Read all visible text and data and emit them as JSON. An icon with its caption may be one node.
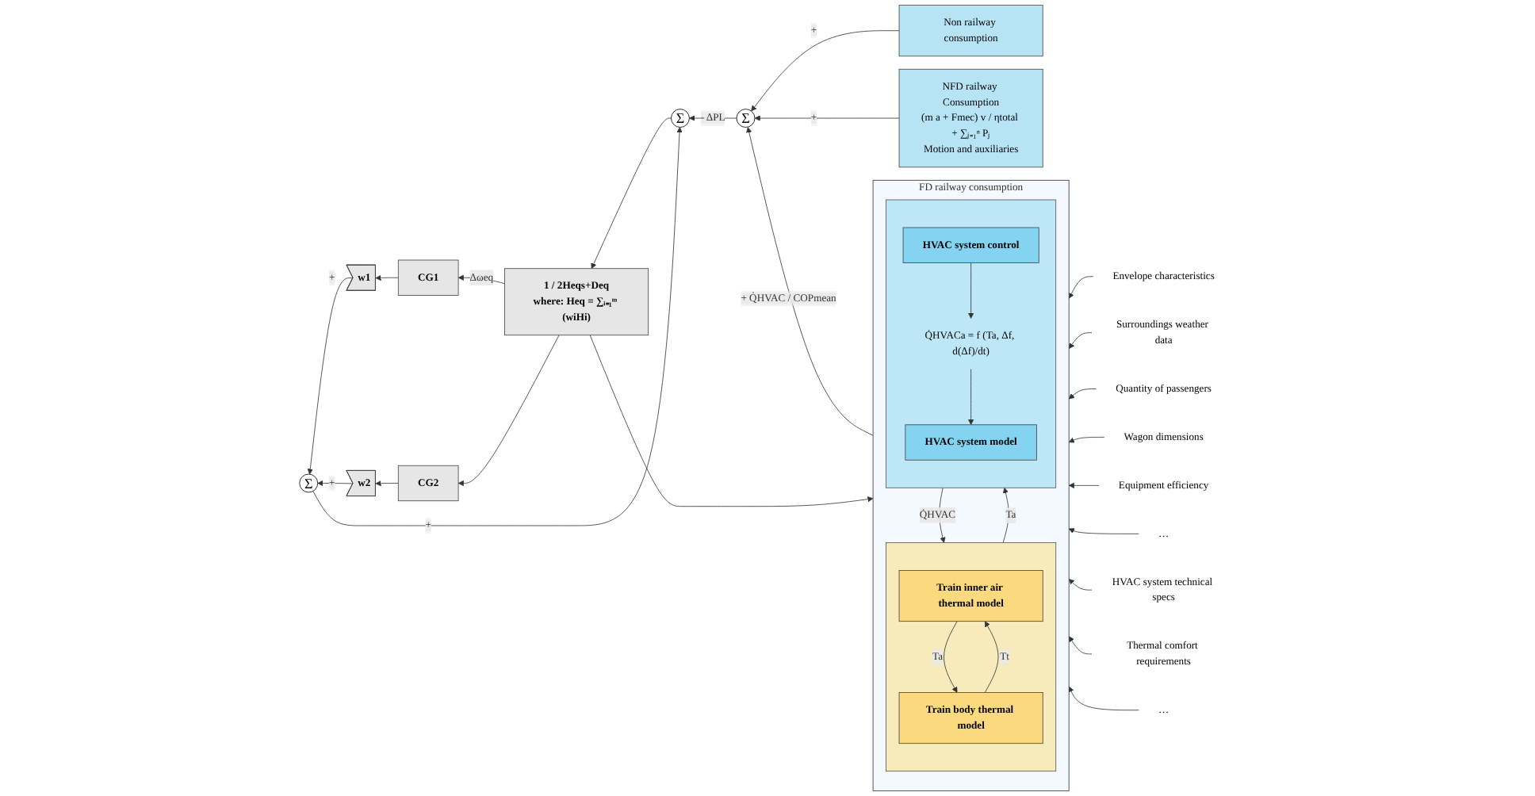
{
  "diagram": {
    "nodes": [
      {
        "text": [
          "CG1"
        ]
      },
      {
        "text": [
          "w1"
        ]
      },
      {
        "text": [
          "CG2"
        ]
      },
      {
        "text": [
          "w2"
        ]
      },
      {
        "text": [
          "Σ"
        ]
      },
      {
        "text": [
          "Σ"
        ]
      },
      {
        "text": [
          "Σ"
        ]
      },
      {
        "text": [
          "Non railway consumption"
        ]
      },
      {
        "text": [
          "NFD railway Consumption",
          "(m a + Fmec) v / ηtotal + ∑ⱼ₌₁ⁿ Pⱼ",
          "Motion and auxiliaries"
        ]
      },
      {
        "text": [
          "1 / 2Heqs+Deq",
          "where: Heq = ∑ᵢ₌₁ᵐ (wiHi)"
        ]
      },
      {
        "text": [
          "FD railway consumption"
        ]
      },
      {
        "text": [],
        "shape": "box",
        "in": 10
      },
      {
        "text": [
          "Train inner air thermal model"
        ],
        "in": 11
      },
      {
        "text": [
          "Train body thermal model"
        ],
        "in": 11
      },
      {
        "text": [],
        "shape": "box",
        "in": 10
      },
      {
        "text": [
          "HVAC system model"
        ],
        "in": 14
      },
      {
        "text": [
          "Q̇HVACa = f (Ta, Δf, d(Δf)/dt)"
        ],
        "in": 14
      },
      {
        "text": [
          "HVAC system control"
        ],
        "in": 14
      },
      {
        "text": [
          "Envelope characteristics"
        ]
      },
      {
        "text": [
          "Surroundings weather data"
        ]
      },
      {
        "text": [
          "Quantity of passengers"
        ]
      },
      {
        "text": [
          "Wagon dimensions"
        ]
      },
      {
        "text": [
          "Equipment efficiency"
        ]
      },
      {
        "text": [
          "…"
        ]
      },
      {
        "text": [
          "HVAC system technical specs"
        ]
      },
      {
        "text": [
          "Thermal comfort requirements"
        ]
      },
      {
        "text": [
          "…"
        ]
      }
    ],
    "edges": [
      {
        "from": 0,
        "to": 1,
        "arrow": "to"
      },
      {
        "from": 2,
        "to": 3,
        "arrow": "to"
      },
      {
        "from": 1,
        "to": 4,
        "arrow": "to",
        "label": "+"
      },
      {
        "from": 3,
        "to": 4,
        "arrow": "to",
        "label": "+"
      },
      {
        "from": 4,
        "to": 5,
        "arrow": "to",
        "label": "+"
      },
      {
        "from": 6,
        "to": 5,
        "arrow": "to",
        "label": "- ΔPL"
      },
      {
        "from": 7,
        "to": 6,
        "arrow": "to",
        "label": "+"
      },
      {
        "from": 8,
        "to": 6,
        "arrow": "to",
        "label": "+"
      },
      {
        "from": 10,
        "to": 6,
        "arrow": "to",
        "label": "+ Q̇HVAC / COPmean"
      },
      {
        "from": 5,
        "to": 9,
        "arrow": "to"
      },
      {
        "from": 9,
        "to": 0,
        "arrow": "to",
        "label": "Δωeq"
      },
      {
        "from": 9,
        "to": 2,
        "arrow": "to"
      },
      {
        "from": 9,
        "to": 10,
        "arrow": "to"
      },
      {
        "from": 12,
        "to": 13,
        "arrow": "to",
        "label": "Ta"
      },
      {
        "from": 13,
        "to": 12,
        "arrow": "to",
        "label": "Tt"
      },
      {
        "from": 14,
        "to": 11,
        "arrow": "to",
        "label": "Q̇HVAC"
      },
      {
        "from": 11,
        "to": 14,
        "arrow": "to",
        "label": "Ta"
      },
      {
        "from": 17,
        "to": 16,
        "arrow": "to"
      },
      {
        "from": 16,
        "to": 15,
        "arrow": "to"
      },
      {
        "from": 18,
        "to": 10,
        "arrow": "to"
      },
      {
        "from": 19,
        "to": 10,
        "arrow": "to"
      },
      {
        "from": 20,
        "to": 10,
        "arrow": "to"
      },
      {
        "from": 21,
        "to": 10,
        "arrow": "to"
      },
      {
        "from": 22,
        "to": 10,
        "arrow": "to"
      },
      {
        "from": 23,
        "to": 10,
        "arrow": "to"
      },
      {
        "from": 24,
        "to": 10,
        "arrow": "to"
      },
      {
        "from": 25,
        "to": 10,
        "arrow": "to"
      },
      {
        "from": 26,
        "to": 10,
        "arrow": "to"
      }
    ]
  }
}
